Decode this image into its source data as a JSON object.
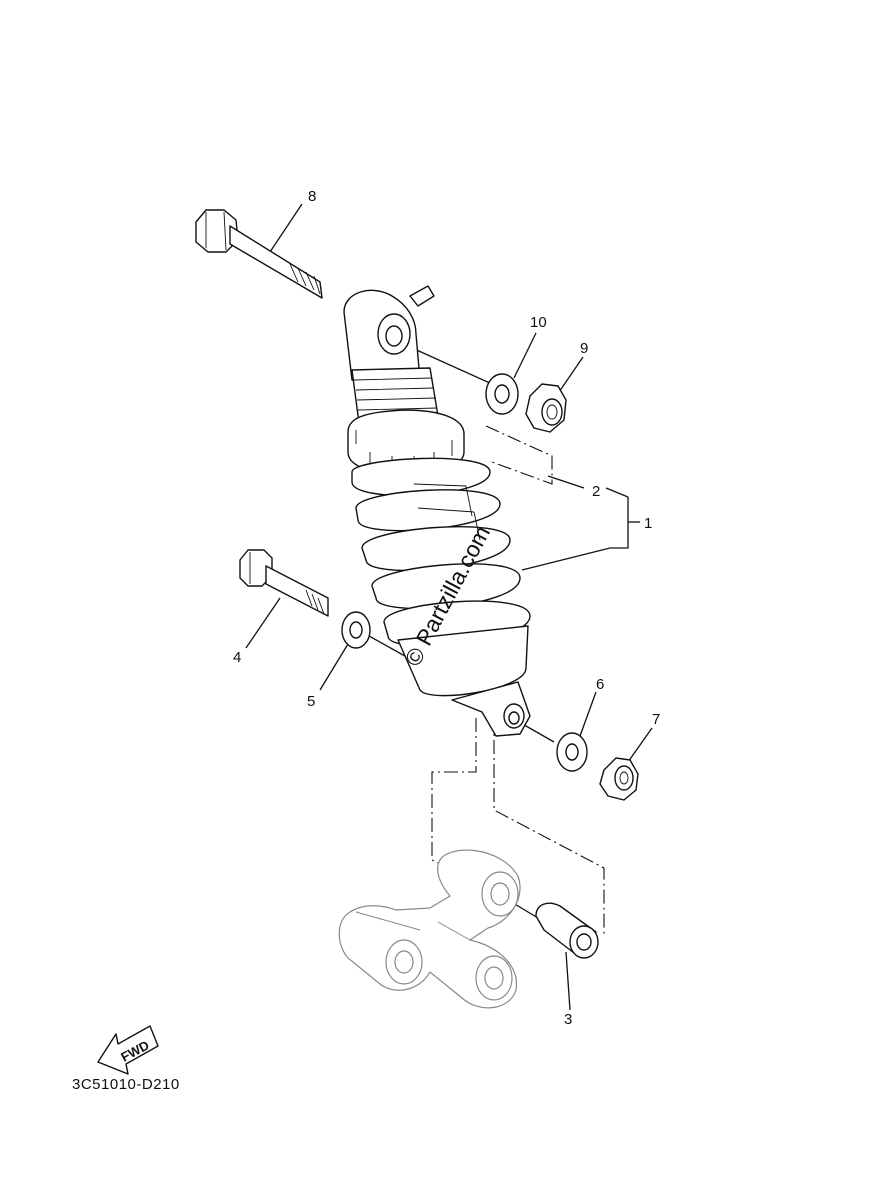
{
  "diagram": {
    "watermark": "© Partzilla.com",
    "part_code": "3C51010-D210",
    "fwd_label": "FWD",
    "callouts": {
      "c1": "1",
      "c2": "2",
      "c3": "3",
      "c4": "4",
      "c5": "5",
      "c6": "6",
      "c7": "7",
      "c8": "8",
      "c9": "9",
      "c10": "10"
    }
  }
}
